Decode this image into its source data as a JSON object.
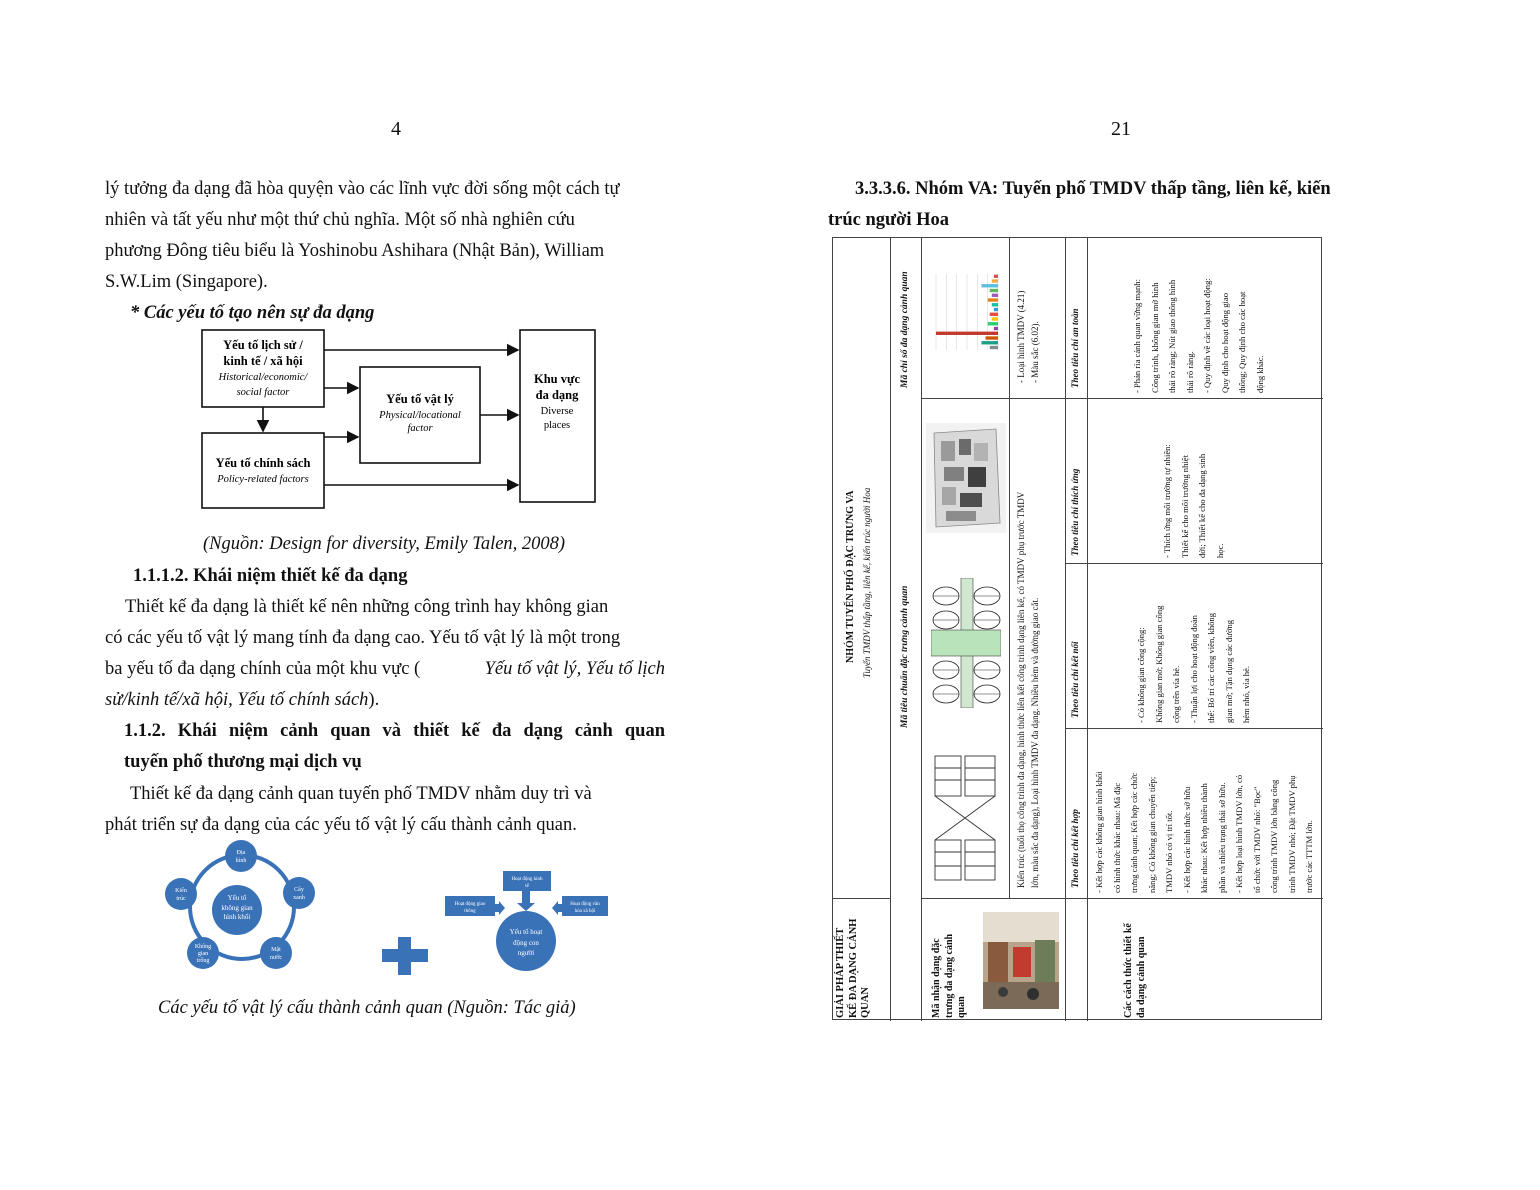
{
  "left_page": {
    "page_number": "4",
    "paragraph_1_lines": [
      "lý tưởng đa dạng đã hòa quyện vào các lĩnh vực đời sống một cách tự",
      "nhiên và tất yếu như một thứ chủ nghĩa. Một số nhà nghiên cứu",
      "phương Đông tiêu biểu là Yoshinobu Ashihara (Nhật Bản), William",
      "S.W.Lim (Singapore)."
    ],
    "factors_heading": "* Các yếu tố tạo nên sự  đa dạng",
    "diagram": {
      "box_history_l1": "Yếu tố lịch sử /",
      "box_history_l2": "kinh tế / xã hội",
      "box_history_en1": "Historical/economic/",
      "box_history_en2": "social factor",
      "box_policy_l1": "Yếu tố chính sách",
      "box_policy_en": "Policy-related factors",
      "box_physical_l1": "Yếu tố vật lý",
      "box_physical_en1": "Physical/locational",
      "box_physical_en2": "factor",
      "box_area_l1": "Khu vực",
      "box_area_l2": "đa dạng",
      "box_area_en1": "Diverse",
      "box_area_en2": "places"
    },
    "source_caption": "(Nguồn: Design for diversity, Emily Talen, 2008)",
    "heading_1112": "1.1.1.2.    Khái niệm thiết kế đa dạng",
    "paragraph_2_lines": [
      "Thiết kế đa dạng là thiết kế nên những công trình hay không gian",
      "có các yếu tố vật lý mang tính đa dạng cao. Yếu tố vật lý là một trong",
      "ba yếu tố đa dạng chính của một khu vực (",
      "Yếu tố vật lý, Yếu tố lịch",
      "sử/kinh tế/xã hội, Yếu tố chính sách",
      ")."
    ],
    "heading_112_l1": "1.1.2.  Khái niệm cảnh quan và thiết kế đa dạng cảnh quan",
    "heading_112_l2": "tuyến phố thương mại dịch vụ",
    "paragraph_3_lines": [
      "Thiết kế đa dạng cảnh quan tuyến phố TMDV nhằm duy trì và",
      "phát triển sự đa dạng của các yếu tố vật lý cấu thành cảnh quan."
    ],
    "cycle": {
      "center_l1": "Yếu tố",
      "center_l2": "không gian",
      "center_l3": "hình khối",
      "n_top_l1": "Địa",
      "n_top_l2": "hình",
      "n_right_l1": "Cây",
      "n_right_l2": "xanh",
      "n_br_l1": "Mặt",
      "n_br_l2": "nước",
      "n_bl_l1": "Không",
      "n_bl_l2": "gian",
      "n_bl_l3": "trống",
      "n_left_l1": "Kiến",
      "n_left_l2": "trúc"
    },
    "activity": {
      "center_l1": "Yếu tố hoạt",
      "center_l2": "động con",
      "center_l3": "người",
      "top_l1": "Hoạt động kinh",
      "top_l2": "tế",
      "left_l1": "Hoạt động giao",
      "left_l2": "thông",
      "right_l1": "Hoạt động văn",
      "right_l2": "hóa xã hội"
    },
    "figure_caption": "Các yếu tố vật lý cấu thành cảnh quan (Nguồn: Tác giả)"
  },
  "right_page": {
    "page_number": "21",
    "section_heading_l1": "3.3.3.6.  Nhóm VA: Tuyến phố TMDV thấp tầng, liên kế, kiến",
    "section_heading_l2": "trúc người Hoa",
    "table": {
      "col1_title_l1": "GIẢI PHÁP THIẾT",
      "col1_title_l2": "KẾ ĐA DẠNG CẢNH",
      "col1_title_l3": "QUAN",
      "col1_mid_l1": "Mã   nhận   dạng   đặc",
      "col1_mid_l2": "trưng  đa  dạng  cảnh",
      "col1_mid_l3": "quan",
      "col1_bottom_l1": "Các cách thức thiết kế",
      "col1_bottom_l2": "đa dạng cảnh quan",
      "group_title": "NHÓM TUYẾN PHỐ ĐẶC TRƯNG VA",
      "group_subtitle": "Tuyến TMDV thấp tầng, liên kế, kiến trúc người Hoa",
      "header_criteria": "Mã tiêu chuẩn đặc trưng cảnh quan",
      "header_index": "Mã chỉ số đa dạng cảnh quan",
      "criteria_desc_l1": "Kiến trúc (tuổi thọ công trình đa dạng, hình thức liên kết công trình dạng liên kế, có TMDV phụ trước TMDV",
      "criteria_desc_l2": "lớn, màu sắc đa dạng), Loại hình TMDV đa dạng. Nhiều hẻm và đường giao cắt.",
      "index_desc_l1": "- Loại hình TMDV (4.21)",
      "index_desc_l2": "- Màu sắc (6.02).",
      "sub_headers": [
        "Theo tiêu chí kết hợp",
        "Theo tiêu chí kết nối",
        "Theo tiêu chí thích ứng",
        "Theo tiêu chí an toàn"
      ],
      "ket_hop_lines": [
        "- Kết hợp các không gian hình khối",
        "có  hình  thức  khác  nhau:  Mã  đặc",
        "trưng cảnh quan; Kết hợp các chức",
        "năng; Có không gian chuyển tiếp;",
        "TMDV nhỏ có vị trí tốt.",
        "- Kết  hợp  các  hình  thức  sở  hữu",
        "khác  nhau:  Kết  hợp  nhiều  thành",
        "phần và nhiều trạng thái sở hữu.",
        "- Kết hợp loại hình TMDV lớn, có",
        "tổ  chức  với  TMDV  nhỏ:  \"Bọc\"",
        "công  trình  TMDV  lớn bằng  công",
        "trình TMDV nhỏ; Đặt TMDV phụ",
        "trước các TTTM lớn."
      ],
      "ket_noi_lines": [
        "-    Có    không    gian    công    cộng:",
        "Không gian mở; Không gian công",
        "cộng trên vỉa hè.",
        "- Thuận lợi cho hoạt động đoàn",
        "thể: Bố trí các công viên, không",
        "gian  mở;  Tận  dụng  các  đường",
        "hẻm nhỏ, vỉa hè."
      ],
      "thich_ung_lines": [
        "- Thích ứng môi trường tự nhiên:",
        "Thiết  kế  cho  môi  trường  nhiệt",
        "đới; Thiết kế cho đa dạng sinh",
        "học."
      ],
      "an_toan_lines": [
        "- Phản rìa cảnh quan vững mạnh:",
        "Công trình, không gian mở hình",
        "thái rõ ràng; Nút giao thông hình",
        "thái rõ ràng.",
        "- Quy định về các loại hoạt động:",
        "Quy  định  cho  hoạt  động  giao",
        "thông;  Quy  định  cho  các  hoạt",
        "động khác."
      ]
    },
    "bar_chart_data": {
      "type": "bar",
      "values": [
        2,
        3,
        8,
        4,
        3,
        5,
        3,
        2,
        4,
        3,
        5,
        2,
        30,
        6,
        8,
        4
      ]
    }
  }
}
